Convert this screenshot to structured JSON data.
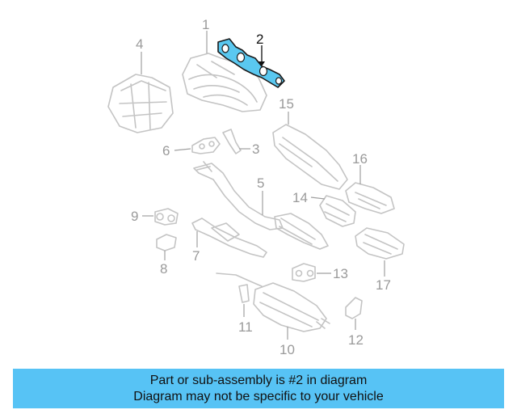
{
  "callouts": {
    "c1": "1",
    "c2": "2",
    "c3": "3",
    "c4": "4",
    "c5": "5",
    "c6": "6",
    "c7": "7",
    "c8": "8",
    "c9": "9",
    "c10": "10",
    "c11": "11",
    "c12": "12",
    "c13": "13",
    "c14": "14",
    "c15": "15",
    "c16": "16",
    "c17": "17"
  },
  "highlighted_part": "2",
  "colors": {
    "highlight": "#5ac8f0",
    "highlight_outline": "#1a1a1a",
    "banner": "#57c3f5",
    "part_lines": "#c4c4c4"
  },
  "banner": {
    "line1": "Part or sub-assembly is #2 in diagram",
    "line2": "Diagram may not be specific to your vehicle"
  }
}
